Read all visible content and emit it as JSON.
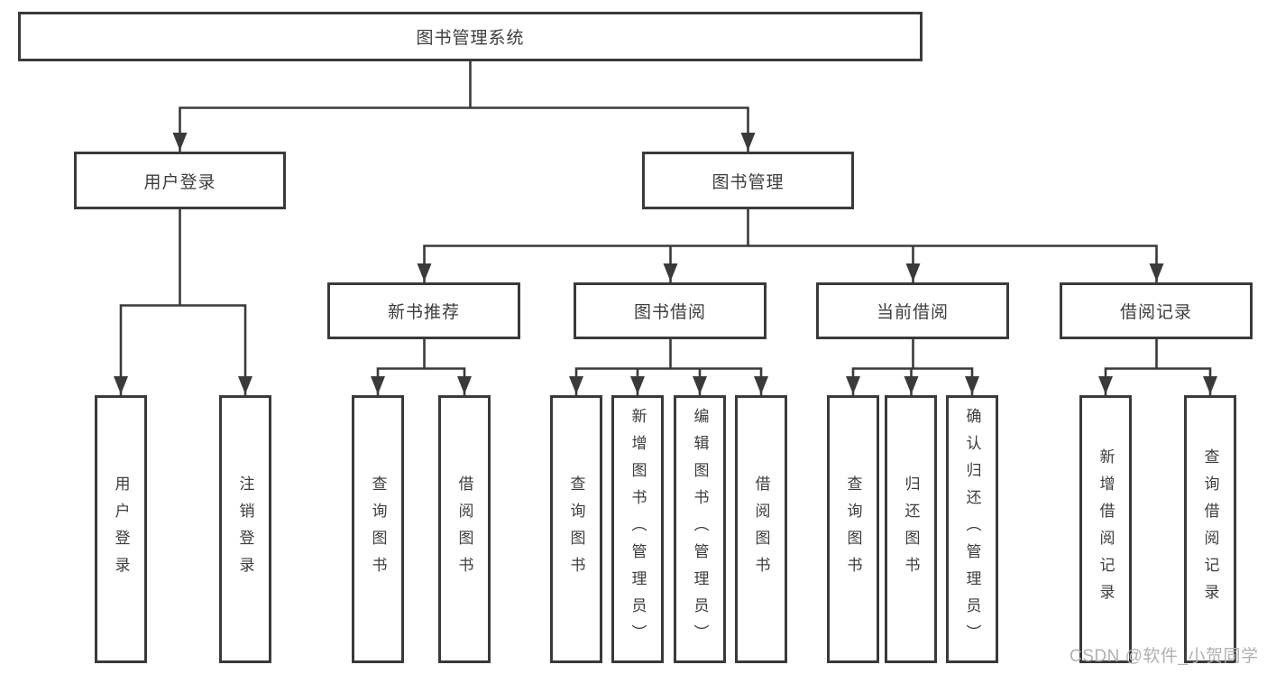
{
  "nodes": {
    "root": "图书管理系统",
    "login": {
      "label": "用户登录",
      "children": [
        "用户登录",
        "注销登录"
      ]
    },
    "management": {
      "label": "图书管理",
      "groups": [
        {
          "label": "新书推荐",
          "children": [
            "查询图书",
            "借阅图书"
          ]
        },
        {
          "label": "图书借阅",
          "children": [
            "查询图书",
            "新增图书（管理员）",
            "编辑图书（管理员）",
            "借阅图书"
          ]
        },
        {
          "label": "当前借阅",
          "children": [
            "查询图书",
            "归还图书",
            "确认归还（管理员）"
          ]
        },
        {
          "label": "借阅记录",
          "children": [
            "新增借阅记录",
            "查询借阅记录"
          ]
        }
      ]
    }
  },
  "watermark": {
    "text": "CSDN @软件_小贺同学",
    "color": "#b0b0b0"
  },
  "colors": {
    "line": "#3a3a3a",
    "box_border": "#3a3a3a",
    "text": "#3d3d3d",
    "background": "#ffffff"
  }
}
